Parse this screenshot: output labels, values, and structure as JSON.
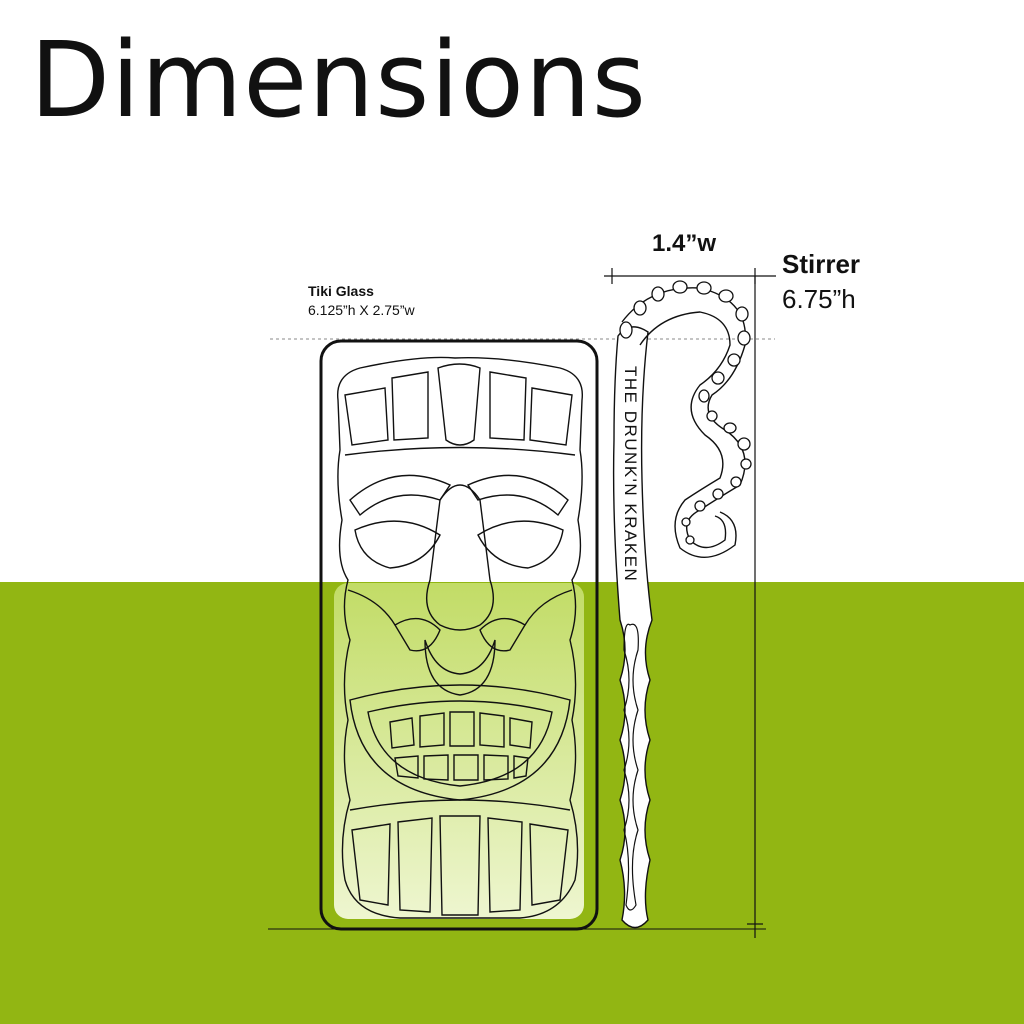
{
  "title": "Dimensions",
  "tiki_glass": {
    "label": "Tiki Glass",
    "size": "6.125”h X 2.75”w"
  },
  "stirrer": {
    "label": "Stirrer",
    "height": "6.75”h",
    "width": "1.4”w",
    "engraving": "THE DRUNK'N KRAKEN"
  },
  "colors": {
    "band": "#92b613",
    "liquid": "#d9ea9c",
    "ink": "#111111"
  }
}
